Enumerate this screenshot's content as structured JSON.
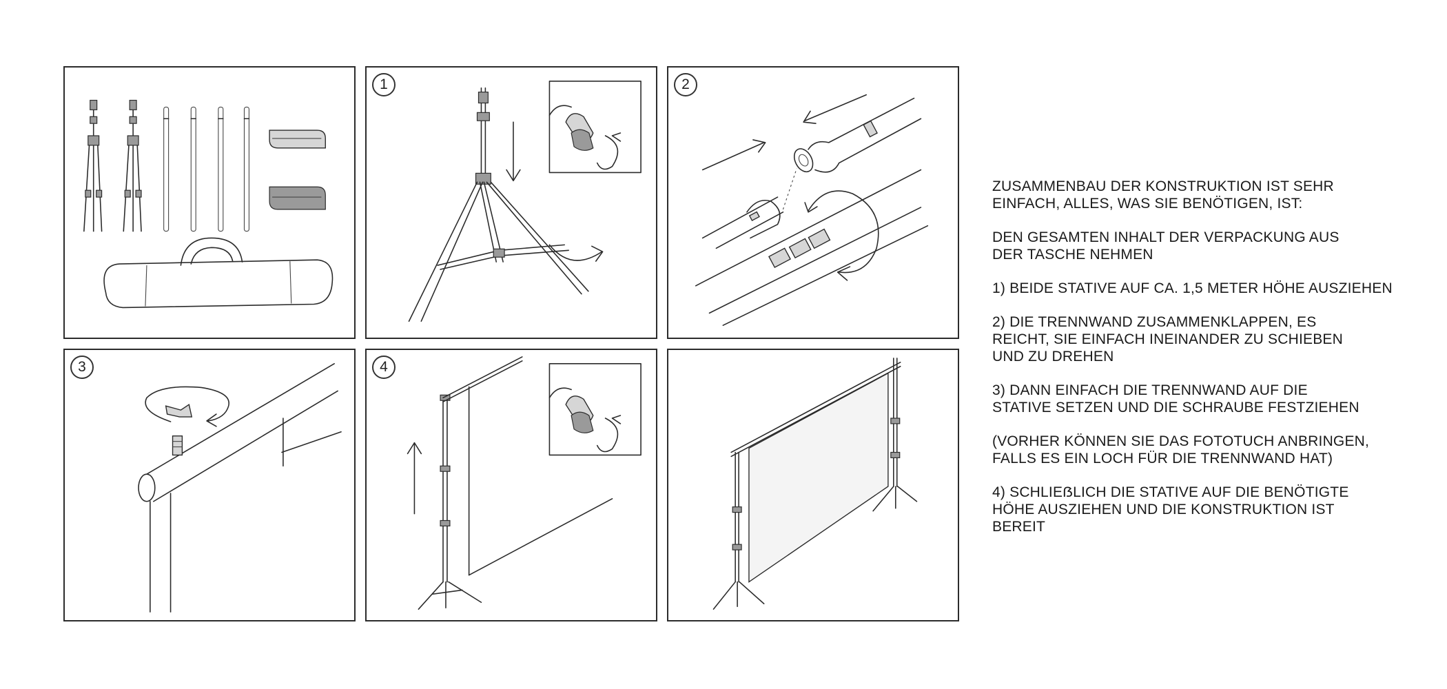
{
  "panels": [
    {
      "number": "",
      "label": "contents"
    },
    {
      "number": "1",
      "label": "extend-stand"
    },
    {
      "number": "2",
      "label": "connect-crossbar"
    },
    {
      "number": "3",
      "label": "mount-crossbar"
    },
    {
      "number": "4",
      "label": "raise-stand"
    },
    {
      "number": "",
      "label": "finished"
    }
  ],
  "instructions": {
    "intro": "ZUSAMMENBAU DER KONSTRUKTION IST SEHR\nEINFACH, ALLES, WAS SIE BENÖTIGEN, IST:",
    "step0": "DEN GESAMTEN INHALT DER VERPACKUNG AUS\nDER TASCHE NEHMEN",
    "step1": "1) BEIDE STATIVE AUF CA. 1,5 METER HÖHE AUSZIEHEN",
    "step2": "2) DIE TRENNWAND ZUSAMMENKLAPPEN, ES\nREICHT, SIE EINFACH INEINANDER ZU SCHIEBEN\nUND ZU DREHEN",
    "step3": "3) DANN EINFACH DIE TRENNWAND AUF DIE\nSTATIVE SETZEN UND DIE SCHRAUBE FESTZIEHEN",
    "note": "(VORHER KÖNNEN SIE DAS FOTOTUCH ANBRINGEN,\nFALLS ES EIN LOCH FÜR DIE TRENNWAND HAT)",
    "step4": "4) SCHLIEẞLICH DIE STATIVE AUF DIE BENÖTIGTE\nHÖHE AUSZIEHEN UND DIE KONSTRUKTION IST\nBEREIT"
  },
  "icons": [
    "tripod-stand-icon",
    "crossbar-pole-icon",
    "clamp-icon",
    "carry-bag-icon",
    "arrow-icon",
    "rotate-arrow-icon",
    "wing-screw-icon"
  ]
}
